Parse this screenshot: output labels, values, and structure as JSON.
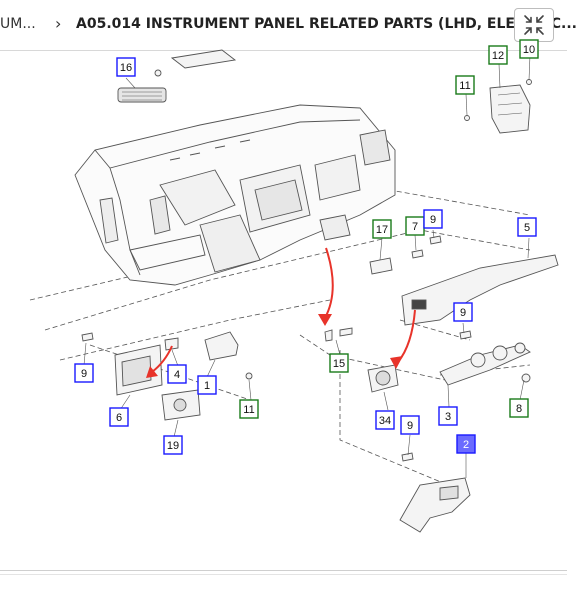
{
  "header": {
    "breadcrumb_prev": "UM...",
    "breadcrumb_sep": "›",
    "title": "A05.014 INSTRUMENT PANEL RELATED PARTS (LHD, ELECTRIC...",
    "collapse_icon": "collapse-arrows-icon"
  },
  "colors": {
    "callout_blue": "#1a1aff",
    "callout_green": "#1a7a1a",
    "callout_selected_fill": "#6b6bff",
    "arrow_red": "#e8332a",
    "line_art": "#555555"
  },
  "callouts": [
    {
      "label": "16",
      "color": "blue"
    },
    {
      "label": "12",
      "color": "green"
    },
    {
      "label": "10",
      "color": "green"
    },
    {
      "label": "11",
      "color": "green"
    },
    {
      "label": "17",
      "color": "green"
    },
    {
      "label": "7",
      "color": "green"
    },
    {
      "label": "9",
      "color": "blue"
    },
    {
      "label": "5",
      "color": "blue"
    },
    {
      "label": "9",
      "color": "blue"
    },
    {
      "label": "9",
      "color": "blue"
    },
    {
      "label": "4",
      "color": "blue"
    },
    {
      "label": "1",
      "color": "blue"
    },
    {
      "label": "6",
      "color": "blue"
    },
    {
      "label": "11",
      "color": "green"
    },
    {
      "label": "19",
      "color": "blue"
    },
    {
      "label": "15",
      "color": "green"
    },
    {
      "label": "34",
      "color": "blue"
    },
    {
      "label": "9",
      "color": "blue"
    },
    {
      "label": "3",
      "color": "blue"
    },
    {
      "label": "8",
      "color": "green"
    },
    {
      "label": "2",
      "color": "blue",
      "selected": true
    }
  ]
}
